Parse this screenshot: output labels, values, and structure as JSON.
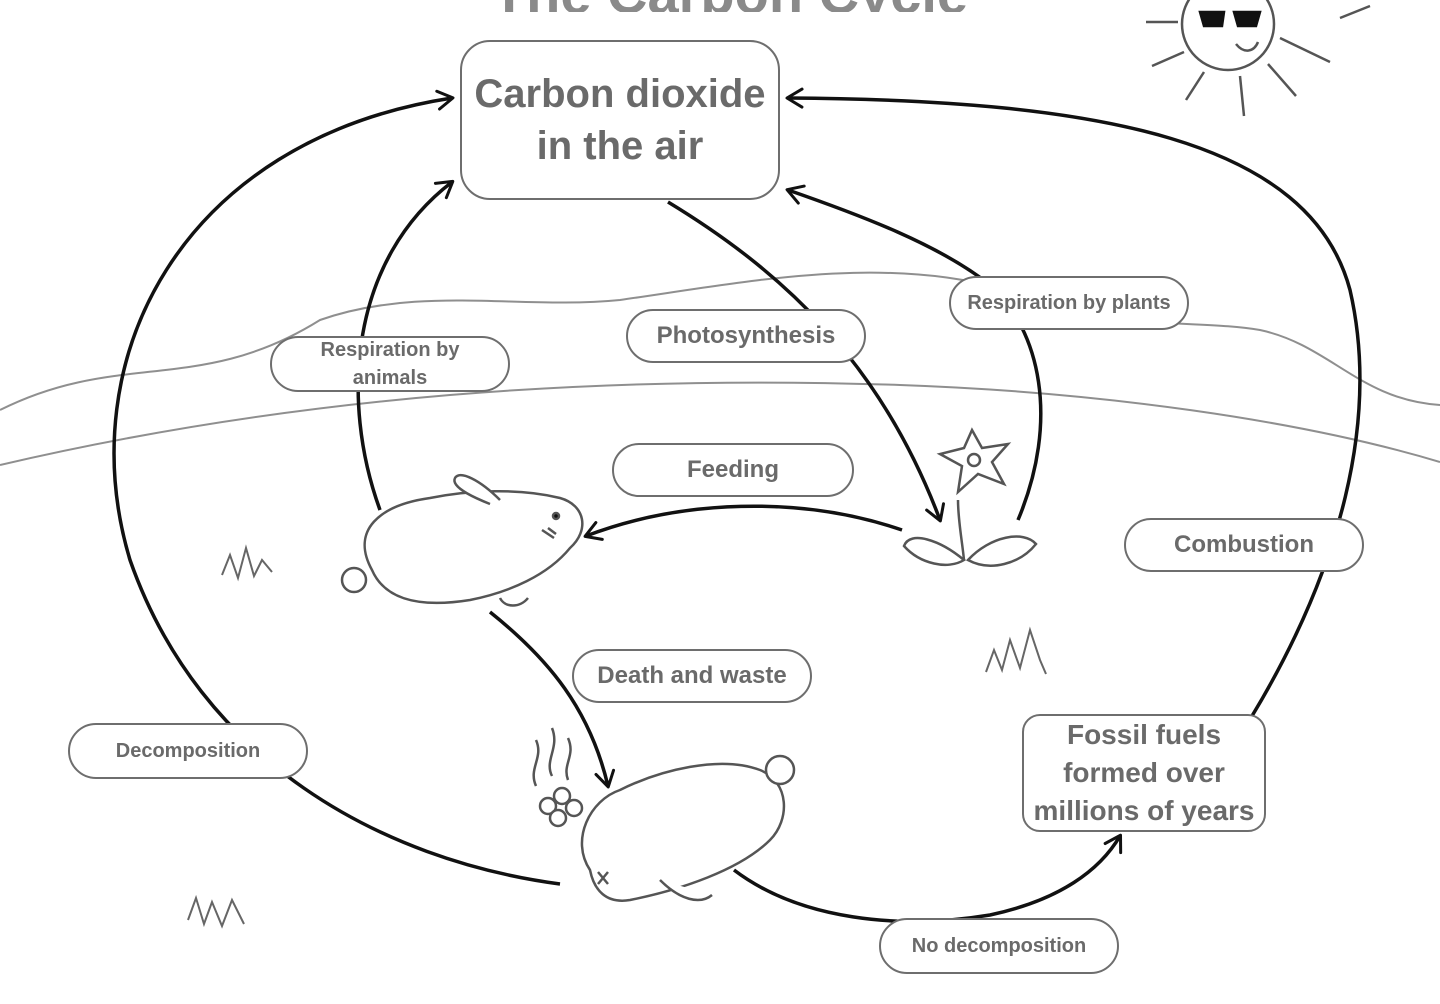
{
  "diagram": {
    "title": "The Carbon Cycle",
    "nodes": {
      "co2": [
        "Carbon dioxide",
        "in the air"
      ],
      "fossil": [
        "Fossil fuels",
        "formed over",
        "millions of years"
      ]
    },
    "processes": {
      "respiration_animals": [
        "Respiration by",
        "animals"
      ],
      "photosynthesis": "Photosynthesis",
      "respiration_plants": "Respiration by plants",
      "feeding": "Feeding",
      "combustion": "Combustion",
      "death_waste": "Death and waste",
      "decomposition": "Decomposition",
      "no_decomposition": "No decomposition"
    },
    "illustrations": [
      "sun-icon",
      "rabbit-icon",
      "dead-rabbit-icon",
      "flower-icon",
      "grass-tuft-icon"
    ],
    "colors": {
      "line": "#111111",
      "box_border": "#6e6e6e",
      "label_text": "#6a6a6a",
      "title_text": "#8a8a8a"
    }
  }
}
